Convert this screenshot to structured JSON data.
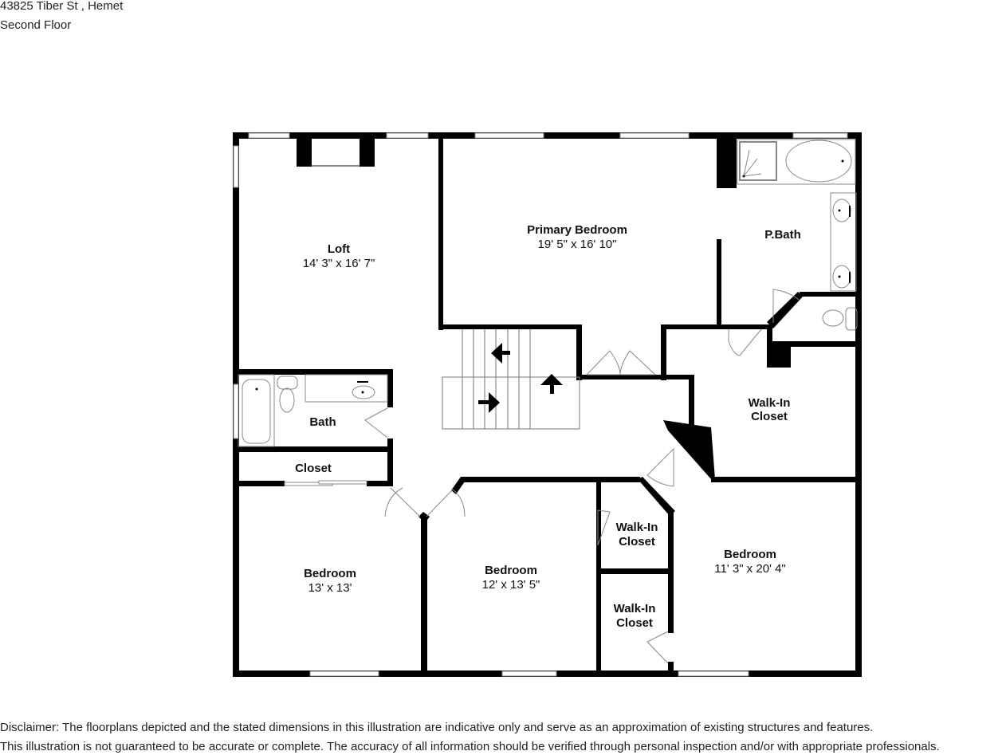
{
  "header": {
    "address": "43825 Tiber St , Hemet",
    "floor": "Second Floor"
  },
  "rooms": [
    {
      "name": "Loft",
      "dimensions": "14' 3\" x 16' 7\""
    },
    {
      "name": "Primary Bedroom",
      "dimensions": "19' 5\" x 16' 10\""
    },
    {
      "name": "P.Bath",
      "dimensions": ""
    },
    {
      "name": "Bath",
      "dimensions": ""
    },
    {
      "name": "Closet",
      "dimensions": ""
    },
    {
      "name": "Walk-In",
      "name2": "Closet",
      "dimensions": ""
    },
    {
      "name": "Bedroom",
      "dimensions": "13' x 13'"
    },
    {
      "name": "Bedroom",
      "dimensions": "12' x 13' 5\""
    },
    {
      "name": "Walk-In",
      "name2": "Closet",
      "dimensions": ""
    },
    {
      "name": "Walk-In",
      "name2": "Closet",
      "dimensions": ""
    },
    {
      "name": "Bedroom",
      "dimensions": "11' 3\" x 20' 4\""
    }
  ],
  "disclaimer": {
    "line1": "Disclaimer: The floorplans depicted and the stated dimensions in this illustration are indicative only and serve as an approximation of existing structures and features.",
    "line2": "This illustration is not guaranteed to be accurate or complete. The accuracy of all information should be verified through personal inspection and/or with appropriate professionals."
  },
  "colors": {
    "wall": "#000000",
    "fixture": "#888888",
    "background": "#ffffff"
  }
}
